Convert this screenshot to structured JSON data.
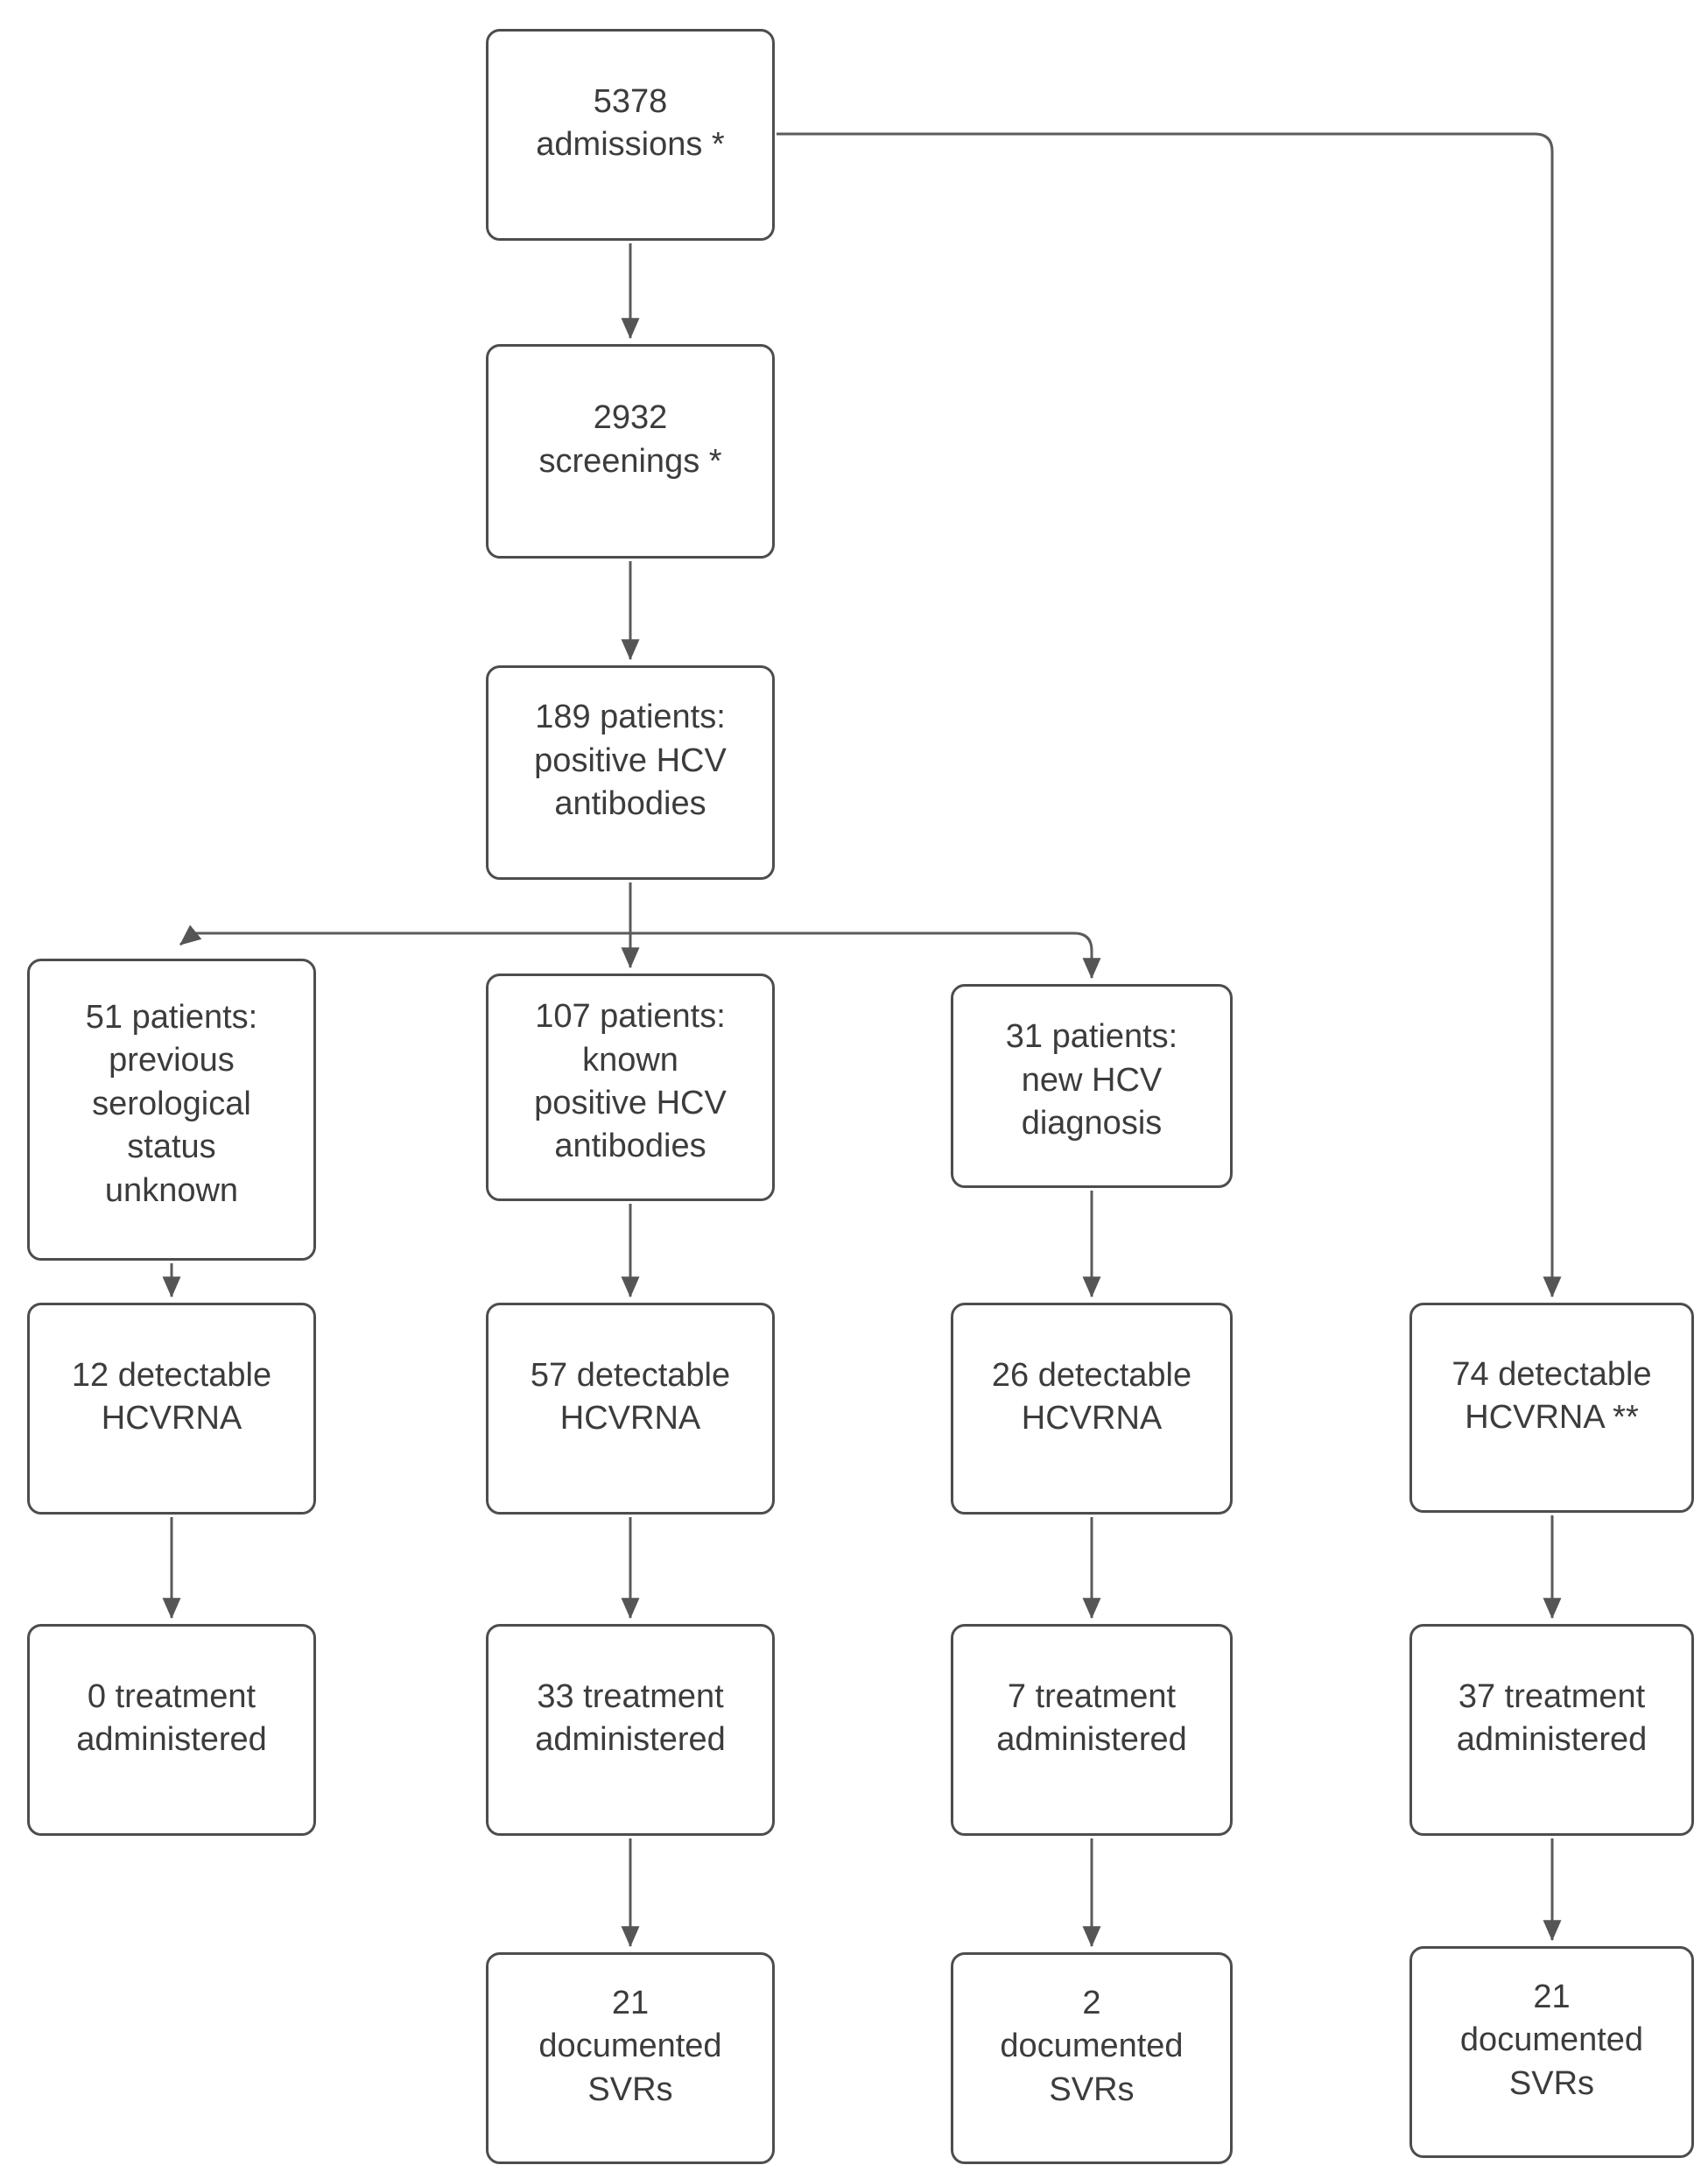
{
  "colors": {
    "background": "#ffffff",
    "box_border": "#4d4d4d",
    "connector_line": "#5b5b5b",
    "arrowhead": "#555555",
    "text": "#3c3c3c"
  },
  "nodes": {
    "admissions": "5378\nadmissions *",
    "screenings": "2932\nscreenings *",
    "positive189": "189 patients:\npositive HCV\nantibodies",
    "unknown51": "51 patients:\nprevious\nserological\nstatus\nunknown",
    "known107": "107 patients:\nknown\npositive HCV\nantibodies",
    "new31": "31 patients:\nnew HCV\ndiagnosis",
    "detect12": "12 detectable\nHCVRNA",
    "detect57": "57 detectable\nHCVRNA",
    "detect26": "26 detectable\nHCVRNA",
    "detect74": "74 detectable\nHCVRNA **",
    "treat0": "0 treatment\nadministered",
    "treat33": "33 treatment\nadministered",
    "treat7": "7 treatment\nadministered",
    "treat37": "37 treatment\nadministered",
    "svr21known": "21\ndocumented\nSVRs",
    "svr2": "2\ndocumented\nSVRs",
    "svr21direct": "21\ndocumented\nSVRs"
  },
  "edges": [
    {
      "from": "admissions",
      "to": "screenings"
    },
    {
      "from": "admissions",
      "to": "detect74"
    },
    {
      "from": "screenings",
      "to": "positive189"
    },
    {
      "from": "positive189",
      "to": "unknown51"
    },
    {
      "from": "positive189",
      "to": "known107"
    },
    {
      "from": "positive189",
      "to": "new31"
    },
    {
      "from": "unknown51",
      "to": "detect12"
    },
    {
      "from": "detect12",
      "to": "treat0"
    },
    {
      "from": "known107",
      "to": "detect57"
    },
    {
      "from": "detect57",
      "to": "treat33"
    },
    {
      "from": "treat33",
      "to": "svr21known"
    },
    {
      "from": "new31",
      "to": "detect26"
    },
    {
      "from": "detect26",
      "to": "treat7"
    },
    {
      "from": "treat7",
      "to": "svr2"
    },
    {
      "from": "detect74",
      "to": "treat37"
    },
    {
      "from": "treat37",
      "to": "svr21direct"
    }
  ]
}
